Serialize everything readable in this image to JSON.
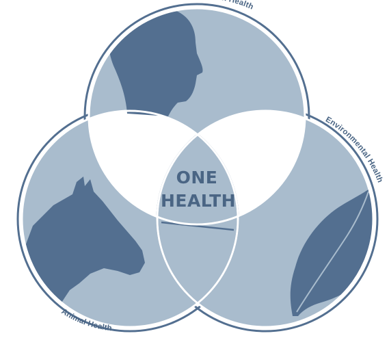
{
  "diagram": {
    "center_label": [
      "ONE",
      "HEALTH"
    ],
    "circles": [
      {
        "id": "human",
        "label": "Human Health",
        "icon": "human-head-silhouette-icon"
      },
      {
        "id": "environment",
        "label": "Environmental Health",
        "icon": "leaf-icon"
      },
      {
        "id": "animal",
        "label": "Animal Health",
        "icon": "horse-head-silhouette-icon"
      }
    ],
    "colors": {
      "fill_light": "#a9bccd",
      "fill_dark": "#536f90",
      "outline": "#536f90",
      "stroke_white": "#ffffff",
      "background": "#ffffff"
    }
  }
}
